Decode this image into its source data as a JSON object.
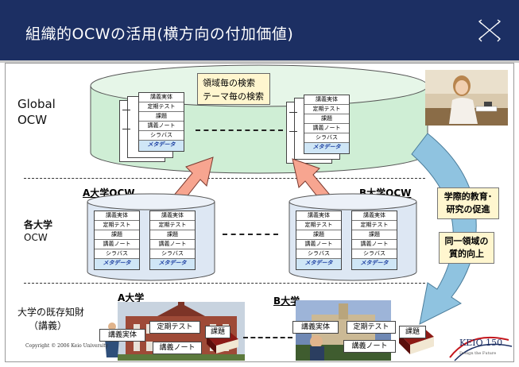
{
  "slide": {
    "title": "組織的OCWの活用(横方向の付加価値)",
    "copyright": "Copyright © 2006 Keio University",
    "logo_text": "KEIO 150",
    "logo_tagline": "Design the Future"
  },
  "layers": {
    "global_line1": "Global",
    "global_line2": "OCW",
    "university_line1": "各大学",
    "university_line2": "OCW",
    "existing_line1": "大学の既存知財",
    "existing_line2": "（講義）"
  },
  "search_box": {
    "line1": "領域毎の検索",
    "line2": "テーマ毎の検索"
  },
  "universities": {
    "a_ocw": "A大学OCW",
    "b_ocw": "B大学OCW",
    "a": "A大学",
    "b": "B大学"
  },
  "card": {
    "row1": "講義実体",
    "row2": "定期テスト",
    "row3": "課題",
    "row4": "講義ノート",
    "row5": "シラバス",
    "meta": "メタデータ"
  },
  "callouts": {
    "international_line1": "学際的教育･",
    "international_line2": "研究の促進",
    "quality_line1": "同一領域の",
    "quality_line2": "質的向上"
  },
  "lecture_boxes": {
    "entity": "講義実体",
    "test": "定期テスト",
    "assignment": "課題",
    "note": "講義ノート"
  },
  "colors": {
    "header": "#1c2f63",
    "cylinder_fill": "#cfeed5",
    "cylinder_top": "#e6f6e8",
    "university_cyl": "#dde7f3",
    "arrow": "#f7a590",
    "callout_bg": "#fff6cf",
    "big_arrow": "#8fc3e0"
  }
}
